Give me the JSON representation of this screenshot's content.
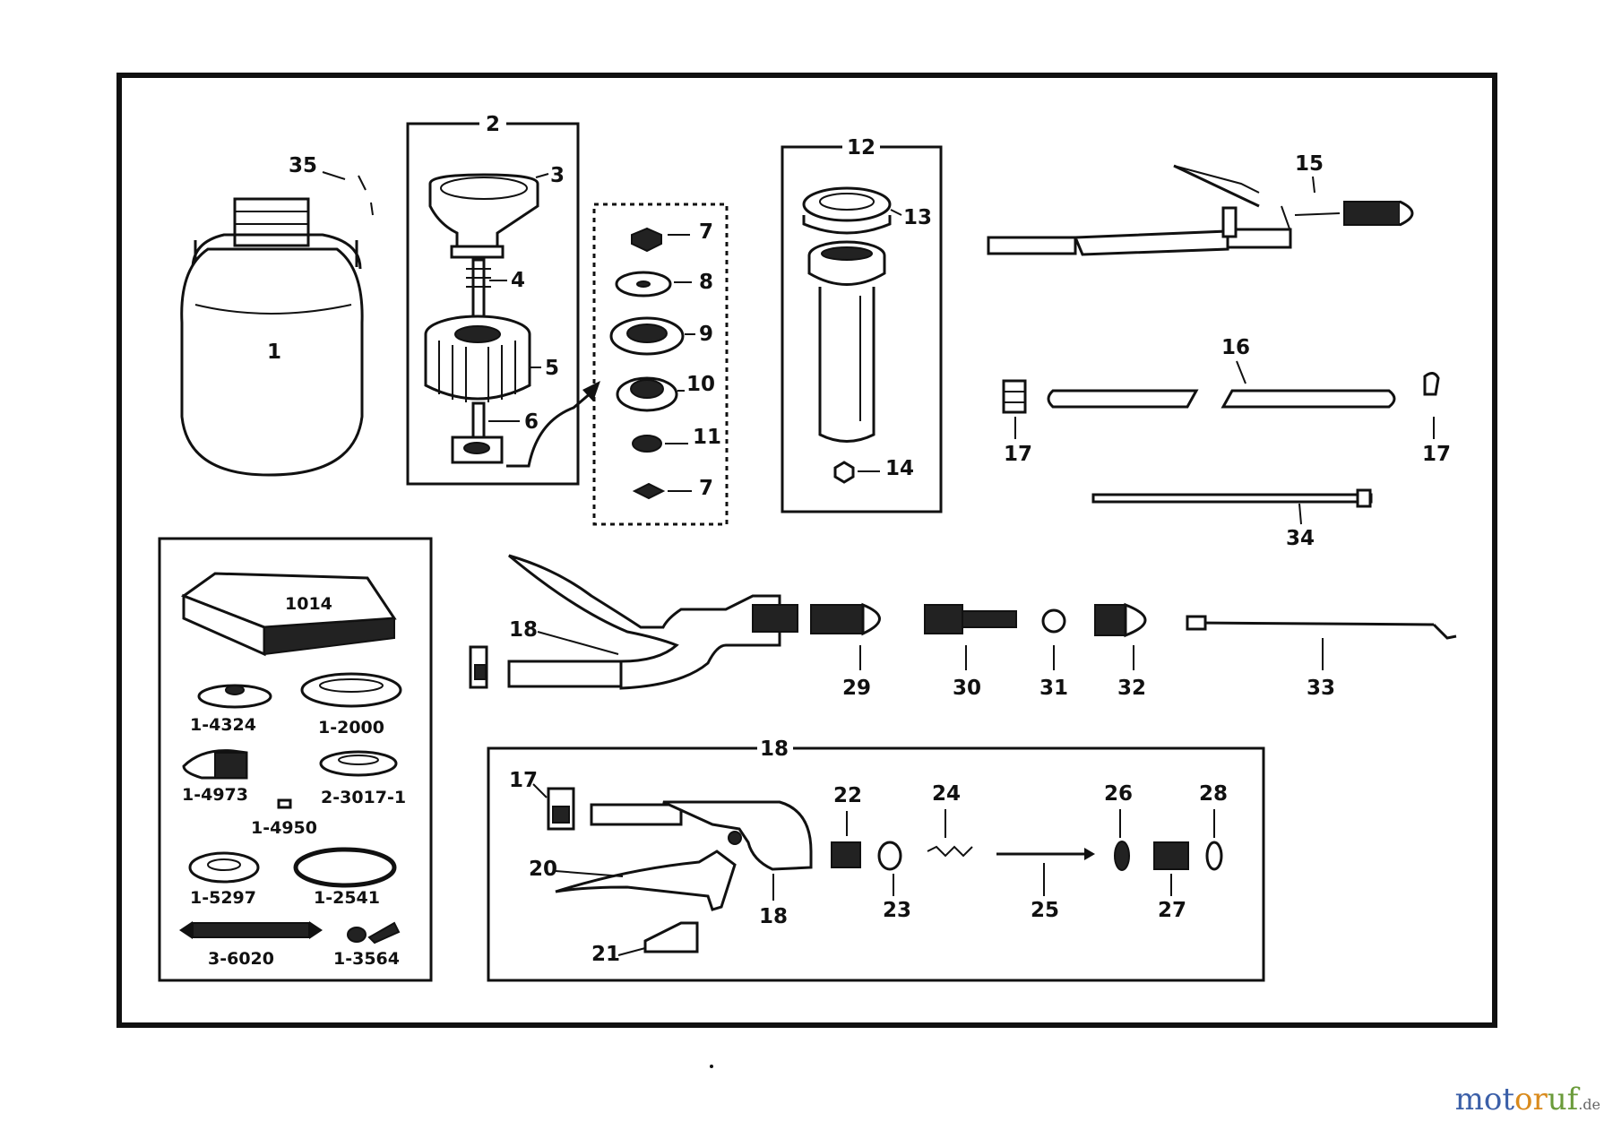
{
  "labels": {
    "p1": "1",
    "p2": "2",
    "p3": "3",
    "p4": "4",
    "p5": "5",
    "p6": "6",
    "p7a": "7",
    "p7b": "7",
    "p8": "8",
    "p9": "9",
    "p10": "10",
    "p11": "11",
    "p12": "12",
    "p13": "13",
    "p14": "14",
    "p15": "15",
    "p16": "16",
    "p17a": "17",
    "p17b": "17",
    "p17c": "17",
    "p18a": "18",
    "p18b": "18",
    "p18c": "18",
    "p20": "20",
    "p21": "21",
    "p22": "22",
    "p23": "23",
    "p24": "24",
    "p25": "25",
    "p26": "26",
    "p27": "27",
    "p28": "28",
    "p29": "29",
    "p30": "30",
    "p31": "31",
    "p32": "32",
    "p33": "33",
    "p34": "34",
    "p35": "35"
  },
  "kit": {
    "k1014": "1014",
    "k14324": "1-4324",
    "k12000": "1-2000",
    "k14973": "1-4973",
    "k2301": "2-3017-1",
    "k14950": "1-4950",
    "k15297": "1-5297",
    "k12541": "1-2541",
    "k36020": "3-6020",
    "k13564": "1-3564"
  },
  "watermark": {
    "m1": "mot",
    "m2": "or",
    "m3": "uf",
    "tld": ".de"
  },
  "colors": {
    "brand_blue": "#3b5fa8",
    "brand_orange": "#d98a1c",
    "brand_green": "#6a9b3a"
  }
}
